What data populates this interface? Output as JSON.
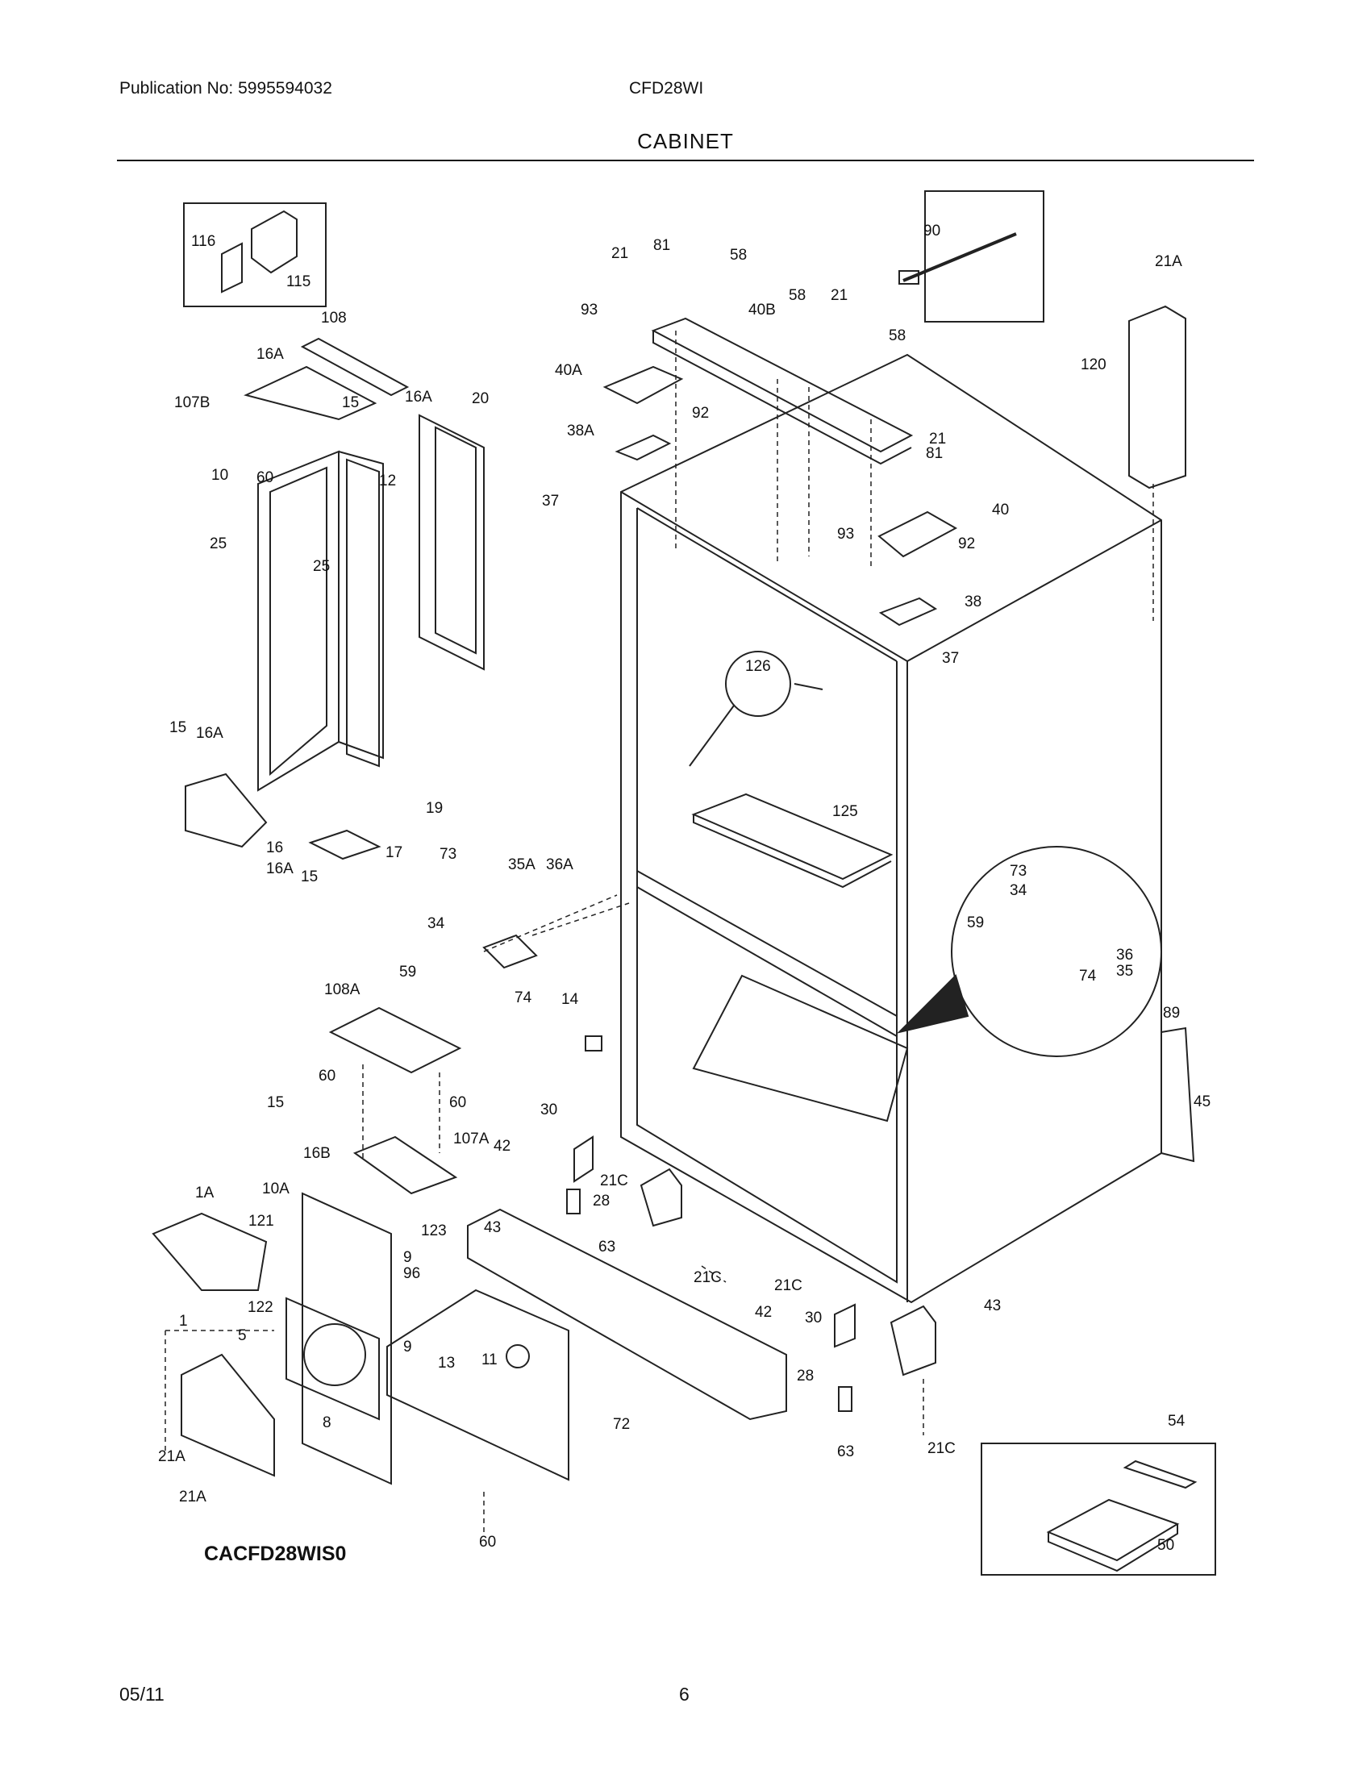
{
  "header": {
    "publication": "Publication No: 5995594032",
    "model": "CFD28WI",
    "title": "CABINET"
  },
  "footer": {
    "date": "05/11",
    "page": "6"
  },
  "diagram": {
    "code": "CACFD28WIS0",
    "part_labels": [
      "116",
      "115",
      "108",
      "16A",
      "107B",
      "15",
      "16A",
      "20",
      "10",
      "60",
      "12",
      "25",
      "25",
      "15",
      "16A",
      "19",
      "16",
      "17",
      "16A",
      "15",
      "21",
      "81",
      "58",
      "93",
      "40B",
      "58",
      "21",
      "58",
      "40A",
      "92",
      "38A",
      "37",
      "93",
      "21",
      "81",
      "40",
      "92",
      "38",
      "37",
      "126",
      "125",
      "90",
      "21A",
      "120",
      "73",
      "35A",
      "36A",
      "34",
      "59",
      "74",
      "14",
      "73",
      "34",
      "59",
      "36",
      "35",
      "74",
      "89",
      "45",
      "108A",
      "60",
      "15",
      "60",
      "16B",
      "107A",
      "30",
      "42",
      "21C",
      "28",
      "63",
      "43",
      "21C",
      "1A",
      "10A",
      "121",
      "123",
      "96",
      "9",
      "122",
      "1",
      "5",
      "9",
      "13",
      "11",
      "8",
      "21A",
      "21A",
      "72",
      "21C",
      "42",
      "30",
      "43",
      "28",
      "63",
      "21C",
      "60",
      "54",
      "50"
    ]
  }
}
